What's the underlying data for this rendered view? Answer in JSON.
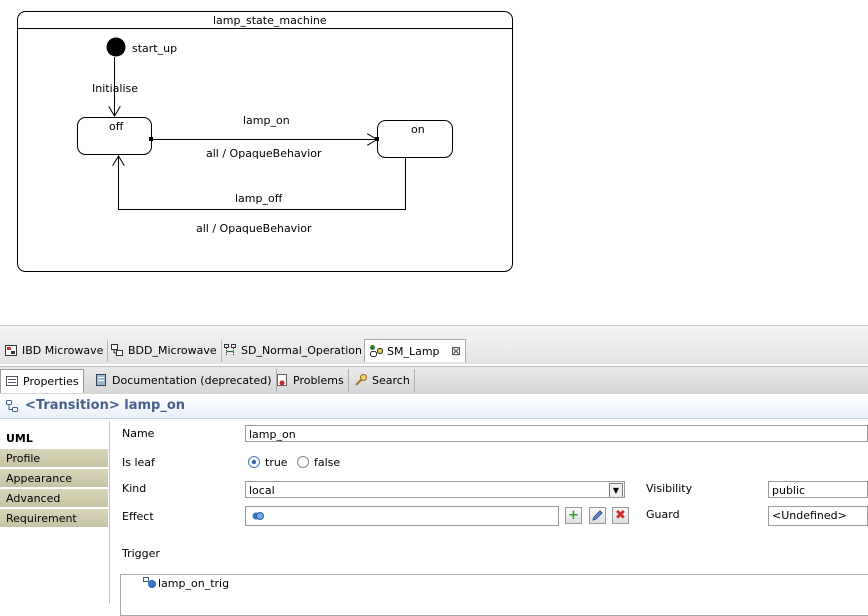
{
  "diagram": {
    "title": "lamp_state_machine",
    "initial_label": "start_up",
    "initial_transition": "Initialise",
    "states": {
      "off": "off",
      "on": "on"
    },
    "transitions": {
      "lamp_on_name": "lamp_on",
      "lamp_on_effect": "all / OpaqueBehavior",
      "lamp_off_name": "lamp_off",
      "lamp_off_effect": "all / OpaqueBehavior"
    }
  },
  "editor_tabs": [
    {
      "label": "IBD Microwave"
    },
    {
      "label": "BDD_Microwave"
    },
    {
      "label": "SD_Normal_Operation"
    },
    {
      "label": "SM_Lamp"
    }
  ],
  "view_tabs": [
    {
      "label": "Properties"
    },
    {
      "label": "Documentation (deprecated)"
    },
    {
      "label": "Problems"
    },
    {
      "label": "Search"
    }
  ],
  "properties": {
    "title": "<Transition> lamp_on",
    "categories": [
      "UML",
      "Profile",
      "Appearance",
      "Advanced",
      "Requirement"
    ],
    "name_label": "Name",
    "name_value": "lamp_on",
    "isleaf_label": "Is leaf",
    "isleaf_true": "true",
    "isleaf_false": "false",
    "kind_label": "Kind",
    "kind_value": "local",
    "visibility_label": "Visibility",
    "visibility_value": "public",
    "effect_label": "Effect",
    "guard_label": "Guard",
    "guard_value": "<Undefined>",
    "trigger_label": "Trigger",
    "trigger_item": "lamp_on_trig"
  },
  "icons": [
    "ibd-diagram-icon",
    "bdd-diagram-icon",
    "sequence-diagram-icon",
    "state-machine-icon",
    "close-icon",
    "properties-icon",
    "documentation-icon",
    "problems-icon",
    "search-icon",
    "transition-icon",
    "opaque-behavior-icon",
    "add-icon",
    "edit-icon",
    "delete-icon",
    "dropdown-arrow-icon",
    "trigger-icon"
  ]
}
